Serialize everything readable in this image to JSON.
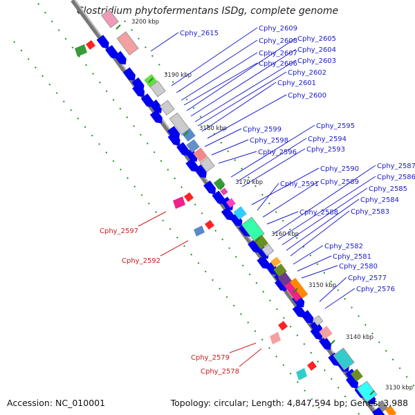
{
  "title": "Clostridium phytofermentans ISDg, complete genome",
  "footer": {
    "accession": "Accession: NC_010001",
    "summary": "Topology: circular; Length: 4,847,594 bp; Genes: 3,988"
  },
  "colors": {
    "forward_label": "#1a1acc",
    "reverse_label": "#cc1a1a",
    "backbone": "#777777",
    "cds": "#0000ee",
    "tick": "#1e8b1e"
  },
  "ruler_labels": [
    "3200 kbp",
    "3190 kbp",
    "3180 kbp",
    "3170 kbp",
    "3160 kbp",
    "3150 kbp",
    "3140 kbp",
    "3130 kbp"
  ],
  "forward_genes": [
    "Cphy_2615",
    "Cphy_2609",
    "Cphy_2608",
    "Cphy_2607",
    "Cphy_2606",
    "Cphy_2605",
    "Cphy_2604",
    "Cphy_2603",
    "Cphy_2602",
    "Cphy_2601",
    "Cphy_2600",
    "Cphy_2599",
    "Cphy_2598",
    "Cphy_2596",
    "Cphy_2595",
    "Cphy_2594",
    "Cphy_2593",
    "Cphy_2590",
    "Cphy_2591",
    "Cphy_2589",
    "Cphy_2588",
    "Cphy_2587",
    "Cphy_2586",
    "Cphy_2585",
    "Cphy_2584",
    "Cphy_2583",
    "Cphy_2582",
    "Cphy_2581",
    "Cphy_2580",
    "Cphy_2577",
    "Cphy_2576"
  ],
  "reverse_genes": [
    "Cphy_2597",
    "Cphy_2592",
    "Cphy_2579",
    "Cphy_2578"
  ]
}
